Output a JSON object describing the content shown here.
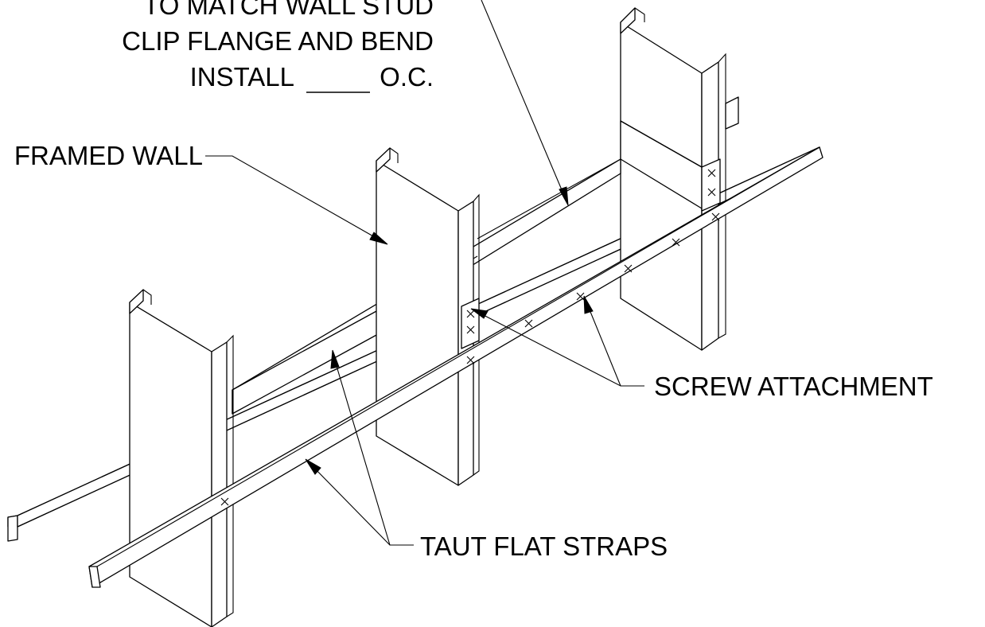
{
  "labels": {
    "clip_line1": "TO MATCH WALL STUD",
    "clip_line2": "CLIP FLANGE AND BEND",
    "clip_line3_prefix": "INSTALL",
    "clip_line3_suffix": "O.C.",
    "framed_wall": "FRAMED WALL",
    "screw_attachment": "SCREW ATTACHMENT",
    "taut_flat_straps": "TAUT FLAT STRAPS"
  },
  "colors": {
    "line": "#000000",
    "background": "#ffffff"
  }
}
